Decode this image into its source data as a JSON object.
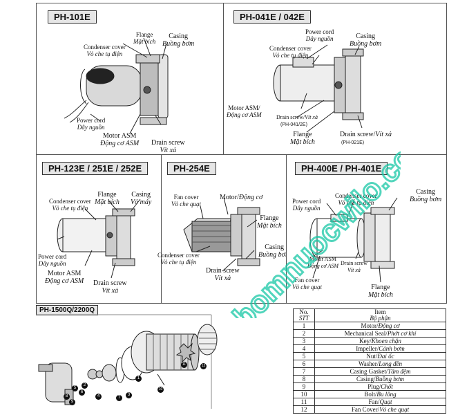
{
  "watermark": "bomnuocwilo.com",
  "panels": {
    "p101": {
      "title": "PH-101E",
      "flange": "Flange",
      "flange_vi": "Mặt bích",
      "casing": "Casing",
      "casing_vi": "Buồng bơm",
      "condenser": "Condenser cover",
      "condenser_vi": "Vỏ che tụ điện",
      "power": "Power cord",
      "power_vi": "Dây nguồn",
      "motor": "Motor ASM",
      "motor_vi": "Động cơ ASM",
      "drain": "Drain screw",
      "drain_vi": "Vít xả"
    },
    "p041": {
      "title": "PH-041E / 042E",
      "power": "Power cord",
      "power_vi": "Dây nguồn",
      "casing": "Casing",
      "casing_vi": "Buồng bơm",
      "condenser": "Condenser cover",
      "condenser_vi": "Vỏ che tụ điện",
      "motor": "Motor ASM/ ",
      "motor_vi": "Động cơ ASM",
      "drain1": "Drain screw/",
      "drain1_vi": "Vít xả",
      "drain1_sub": "(PH-041/2E)",
      "flange": "Flange",
      "flange_vi": "Mặt bích",
      "drain2": "Drain screw/",
      "drain2_vi": "Vít xả",
      "drain2_sub": "(PH-021E)"
    },
    "p123": {
      "title": "PH-123E / 251E / 252E",
      "condenser": "Condenser cover",
      "condenser_vi": "Vỏ che tụ điện",
      "flange": "Flange",
      "flange_vi": "Mặt bích",
      "casing": "Casing",
      "casing_vi": "Vỏ máy",
      "power": "Power cord",
      "power_vi": "Dây nguồn",
      "motor": "Motor ASM",
      "motor_vi": "Động cơ ASM",
      "drain": "Drain screw",
      "drain_vi": "Vít xả"
    },
    "p254": {
      "title": "PH-254E",
      "fan": "Fan cover",
      "fan_vi": "Vỏ che quạt",
      "motor": "Motor/",
      "motor_vi": "Động cơ",
      "flange": "Flange",
      "flange_vi": "Mặt bích",
      "condenser": "Condenser cover",
      "condenser_vi": "Vỏ che tụ điện",
      "drain": "Drain screw",
      "drain_vi": "Vít xả",
      "casing": "Casing",
      "casing_vi": "Buồng bơm"
    },
    "p400": {
      "title": "PH-400E / PH-401E",
      "casing": "Casing",
      "casing_vi": "Buồng bơm",
      "power": "Power cord",
      "power_vi": "Dây nguồn",
      "condenser": "Condenser cover",
      "condenser_vi": "Vỏ che tụ điện",
      "motor": "Motor ASM",
      "motor_vi": "Động cơ ASM",
      "drain": "Drain screw",
      "drain_vi": "Vít xả",
      "fan": "Fan cover",
      "fan_vi": "Vỏ che quạt",
      "flange": "Flange",
      "flange_vi": "Mặt bích"
    },
    "p1500": {
      "title": "PH-1500Q/2200Q",
      "callouts": [
        "1",
        "2",
        "3",
        "4",
        "5",
        "6",
        "7",
        "8",
        "9",
        "10",
        "11",
        "12"
      ]
    }
  },
  "parts_table": {
    "head_no": "No.",
    "head_no_vi": "STT",
    "head_item": "Item",
    "head_item_vi": "Bộ phận",
    "rows": [
      {
        "no": "1",
        "en": "Motor/",
        "vi": "Động cơ"
      },
      {
        "no": "2",
        "en": "Mechanical Seal/",
        "vi": "Phớt cơ khí"
      },
      {
        "no": "3",
        "en": "Key/",
        "vi": "Khoen chặn"
      },
      {
        "no": "4",
        "en": "Impeller/",
        "vi": "Cánh bơm"
      },
      {
        "no": "5",
        "en": "Nut/",
        "vi": "Đai ốc"
      },
      {
        "no": "6",
        "en": "Washer/",
        "vi": "Long đền"
      },
      {
        "no": "7",
        "en": "Casing Gasket/",
        "vi": "Tấm đệm"
      },
      {
        "no": "8",
        "en": "Casing/",
        "vi": "Buồng bơm"
      },
      {
        "no": "9",
        "en": "Plug/",
        "vi": "Chốt"
      },
      {
        "no": "10",
        "en": "Bolt/",
        "vi": "Bu lông"
      },
      {
        "no": "11",
        "en": "Fan/",
        "vi": "Quạt"
      },
      {
        "no": "12",
        "en": "Fan Cover/",
        "vi": "Vỏ che quạt"
      }
    ]
  }
}
